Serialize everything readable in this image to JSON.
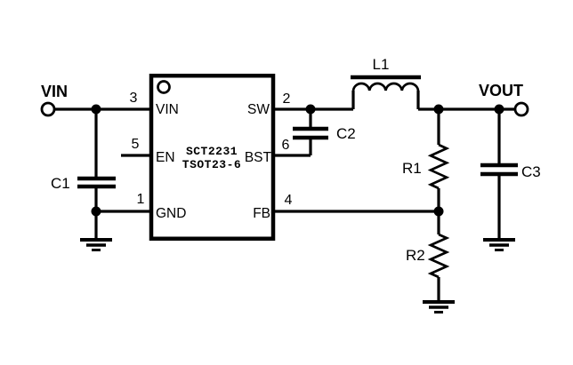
{
  "schematic": {
    "nets": {
      "input": "VIN",
      "output": "VOUT"
    },
    "ic": {
      "part_number": "SCT2231",
      "package": "TSOT23-6",
      "pins": {
        "vin": {
          "number": "3",
          "label": "VIN"
        },
        "en": {
          "number": "5",
          "label": "EN"
        },
        "gnd": {
          "number": "1",
          "label": "GND"
        },
        "sw": {
          "number": "2",
          "label": "SW"
        },
        "bst": {
          "number": "6",
          "label": "BST"
        },
        "fb": {
          "number": "4",
          "label": "FB"
        }
      }
    },
    "components": {
      "c1": {
        "ref": "C1",
        "type": "capacitor"
      },
      "c2": {
        "ref": "C2",
        "type": "capacitor"
      },
      "c3": {
        "ref": "C3",
        "type": "capacitor"
      },
      "l1": {
        "ref": "L1",
        "type": "inductor"
      },
      "r1": {
        "ref": "R1",
        "type": "resistor"
      },
      "r2": {
        "ref": "R2",
        "type": "resistor"
      }
    },
    "colors": {
      "line": "#000000",
      "text": "#000000",
      "background": "#ffffff"
    }
  }
}
